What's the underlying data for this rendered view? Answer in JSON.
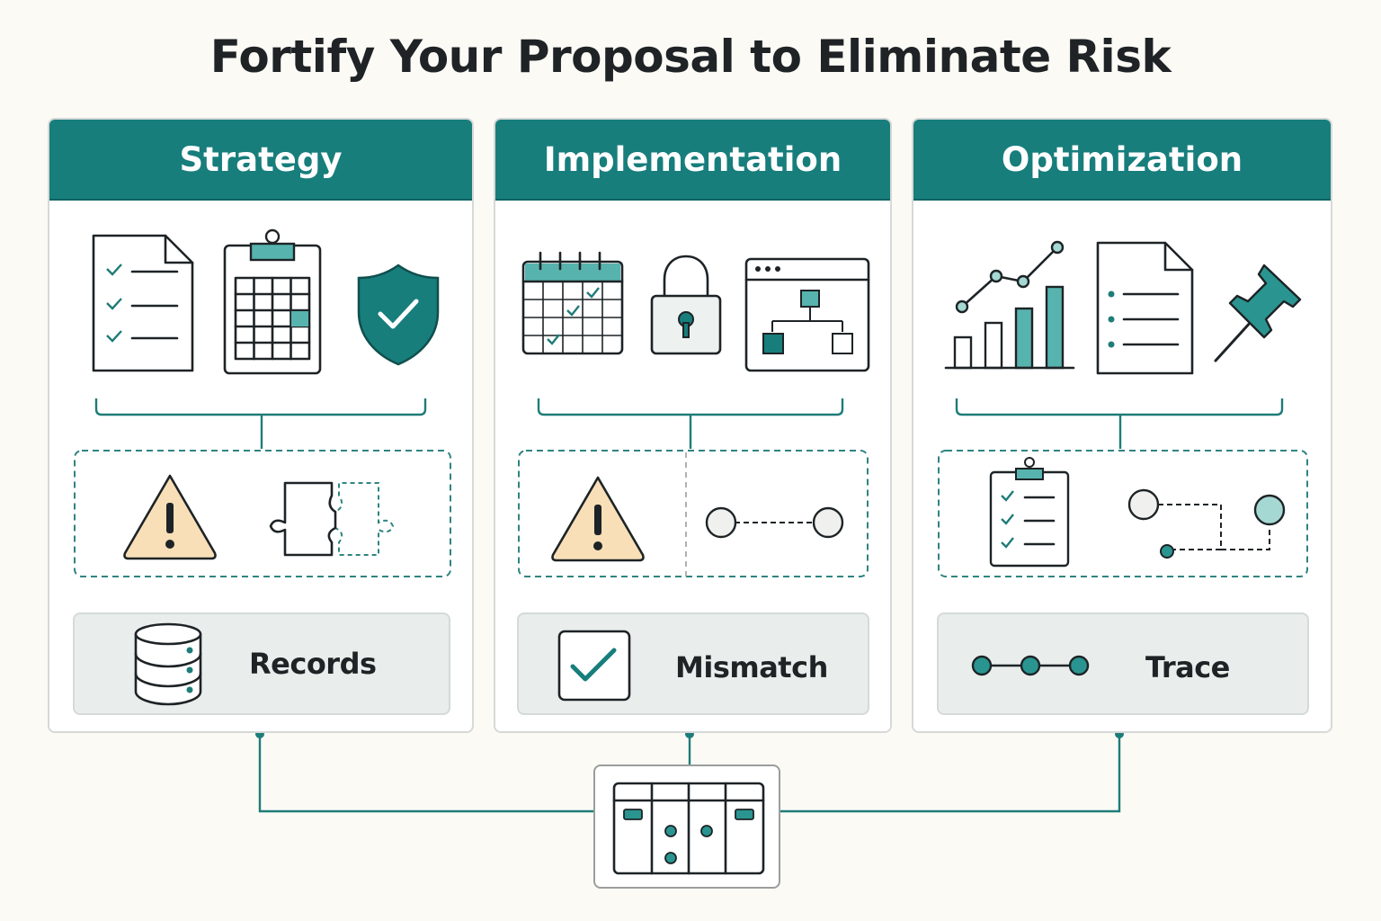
{
  "title": "Fortify Your Proposal to Eliminate Risk",
  "columns": [
    {
      "header": "Strategy",
      "top_icons": [
        "checklist-document-icon",
        "clipboard-grid-icon",
        "shield-check-icon"
      ],
      "risk_icons": [
        "warning-icon",
        "puzzle-piece-icon"
      ],
      "result_icon": "database-icon",
      "result_label": "Records"
    },
    {
      "header": "Implementation",
      "top_icons": [
        "calendar-icon",
        "padlock-icon",
        "browser-flowchart-icon"
      ],
      "risk_icons": [
        "warning-icon",
        "connection-nodes-icon"
      ],
      "result_icon": "checkbox-icon",
      "result_label": "Mismatch"
    },
    {
      "header": "Optimization",
      "top_icons": [
        "growth-chart-icon",
        "list-document-icon",
        "pushpin-icon"
      ],
      "risk_icons": [
        "clipboard-checklist-icon",
        "path-nodes-icon"
      ],
      "result_icon": "chain-nodes-icon",
      "result_label": "Trace"
    }
  ],
  "hub_icon": "kanban-board-icon",
  "colors": {
    "teal": "#177e7c",
    "teal_light": "#57b3ad",
    "warning_fill": "#f8dfb8",
    "ink": "#1d2326",
    "background": "#fbfaf5"
  }
}
